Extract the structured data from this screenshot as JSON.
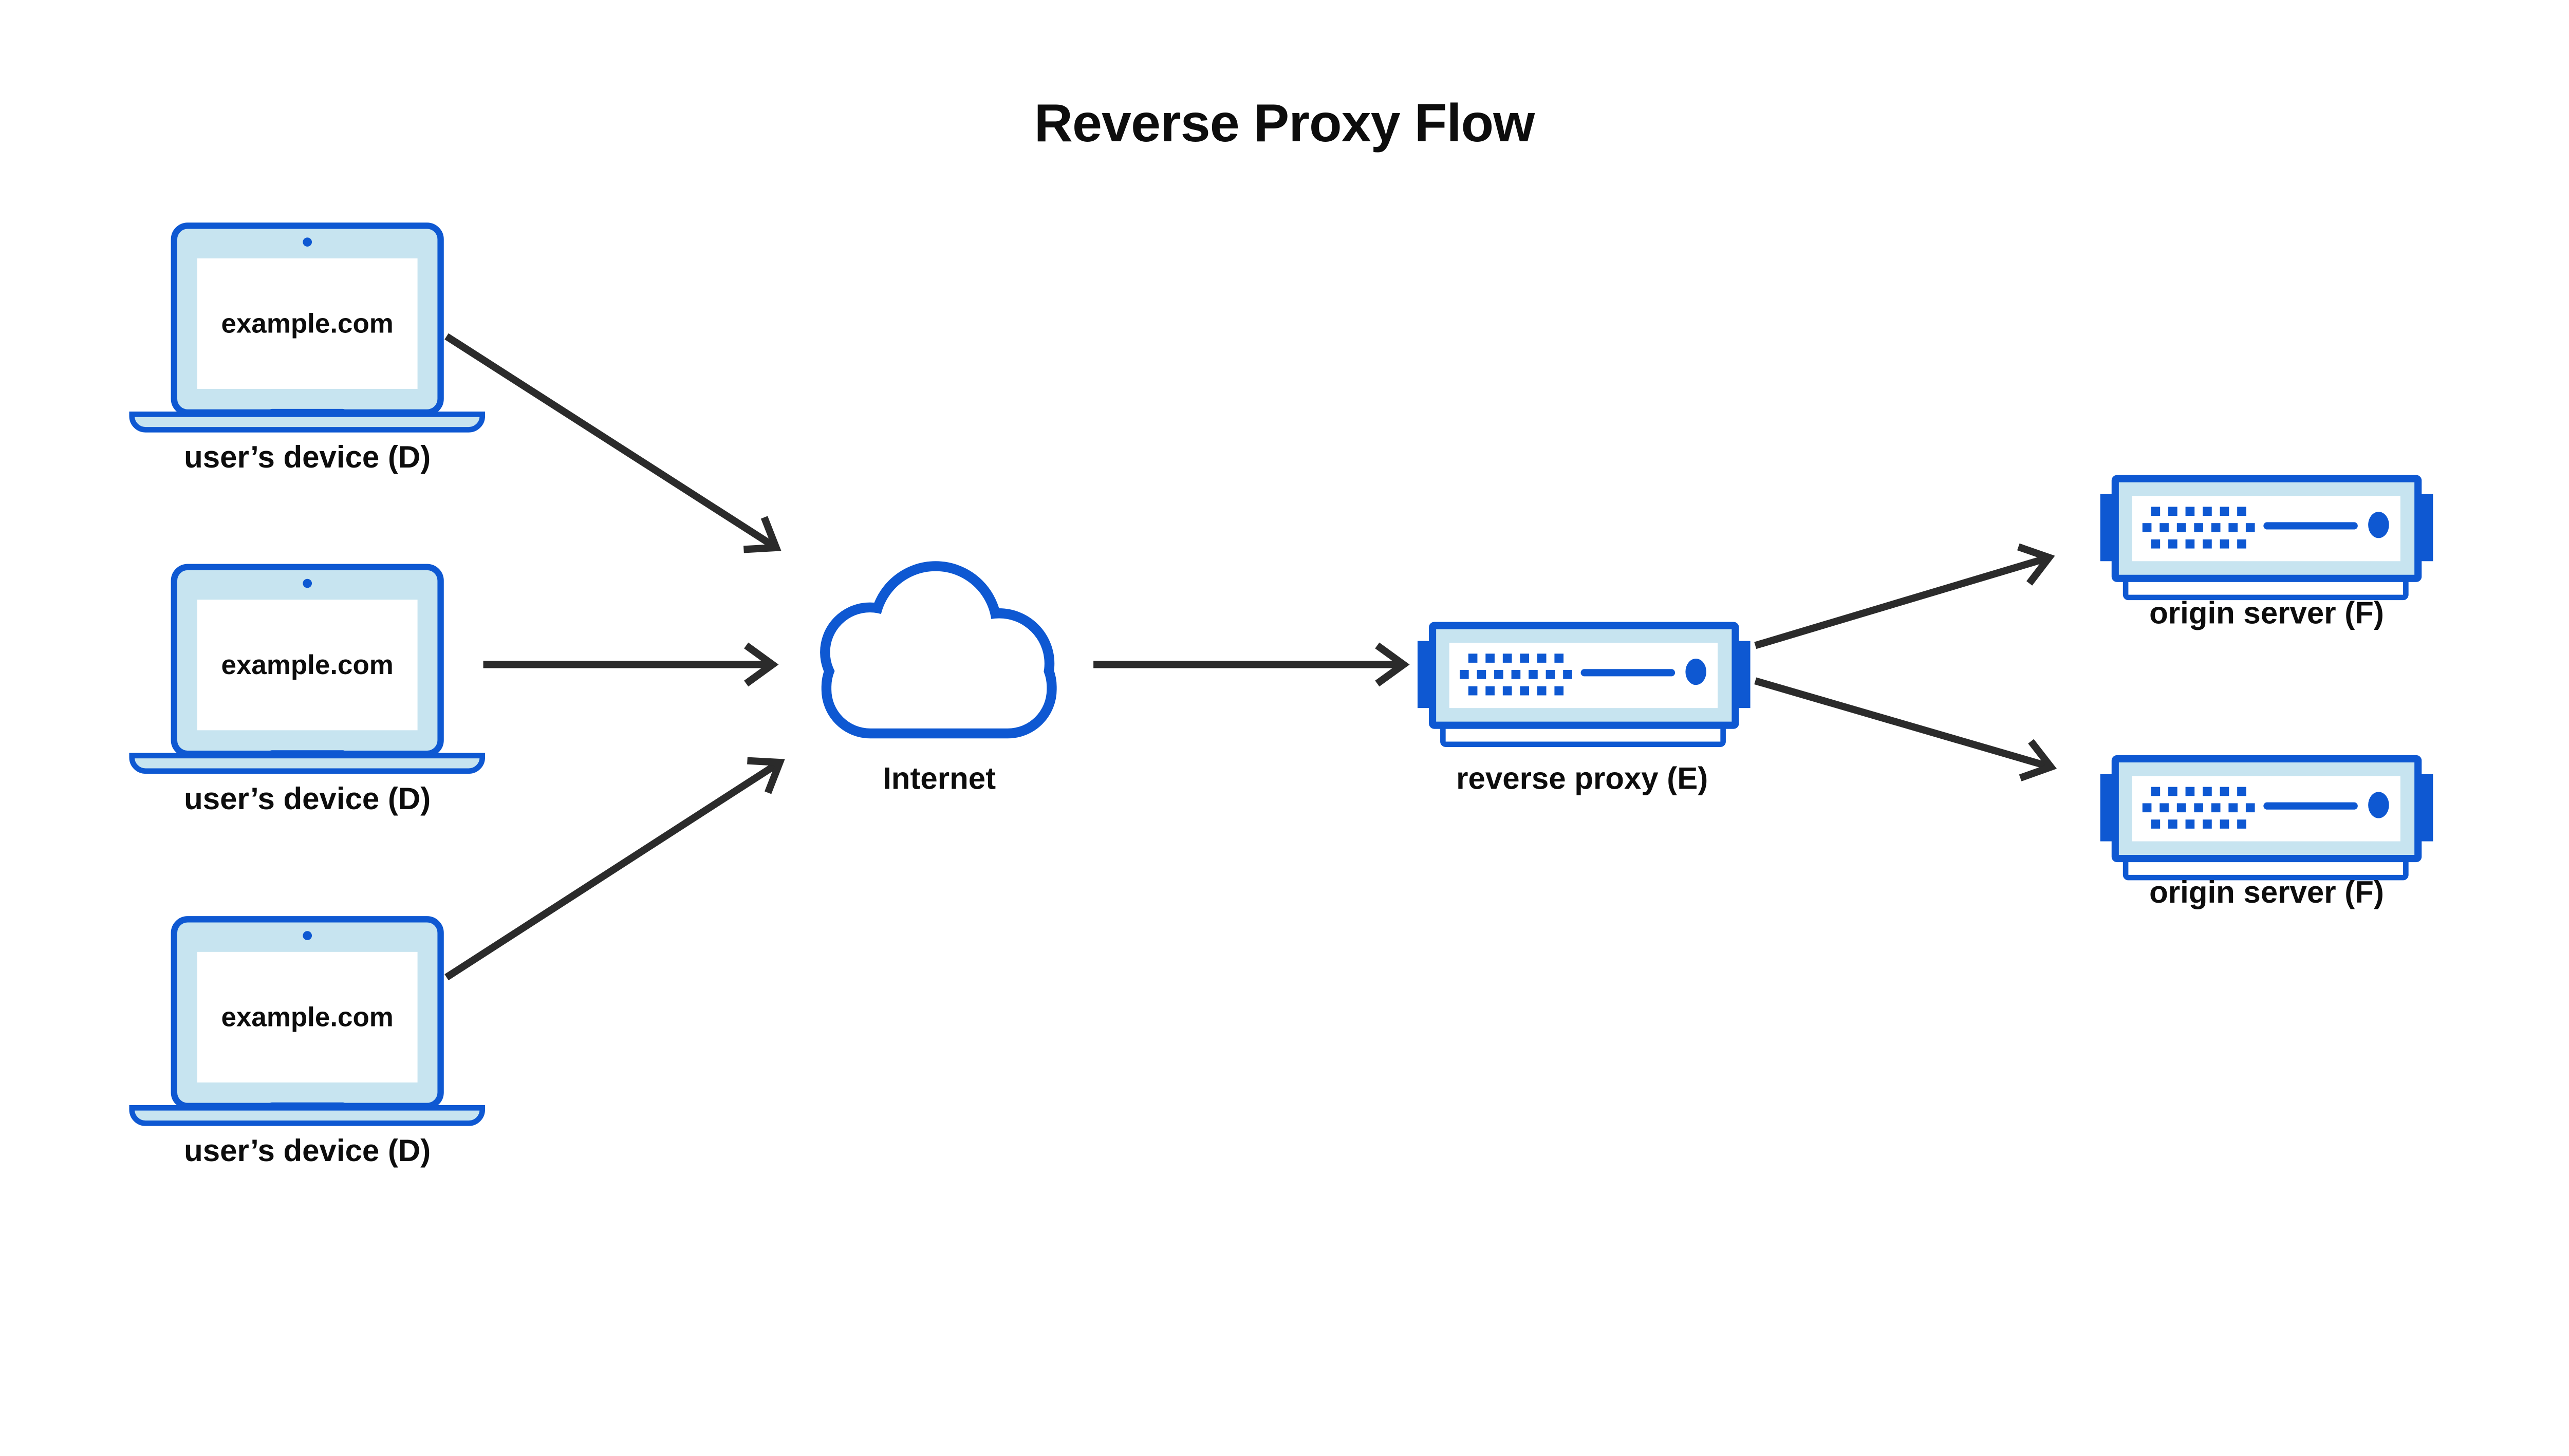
{
  "title": "Reverse Proxy Flow",
  "colors": {
    "blue": "#0E58D2",
    "light_blue": "#C7E4F0",
    "arrow": "#2B2B2B",
    "ink": "#0D0D0D",
    "bg": "#FFFFFF"
  },
  "devices": [
    {
      "icon": "laptop-icon",
      "screen_text": "example.com",
      "label": "user’s device (D)"
    },
    {
      "icon": "laptop-icon",
      "screen_text": "example.com",
      "label": "user’s device (D)"
    },
    {
      "icon": "laptop-icon",
      "screen_text": "example.com",
      "label": "user’s device (D)"
    }
  ],
  "internet": {
    "icon": "cloud-icon",
    "label": "Internet"
  },
  "reverse_proxy": {
    "icon": "server-icon",
    "label": "reverse proxy (E)"
  },
  "origin_servers": [
    {
      "icon": "server-icon",
      "label": "origin server (F)"
    },
    {
      "icon": "server-icon",
      "label": "origin server (F)"
    }
  ]
}
